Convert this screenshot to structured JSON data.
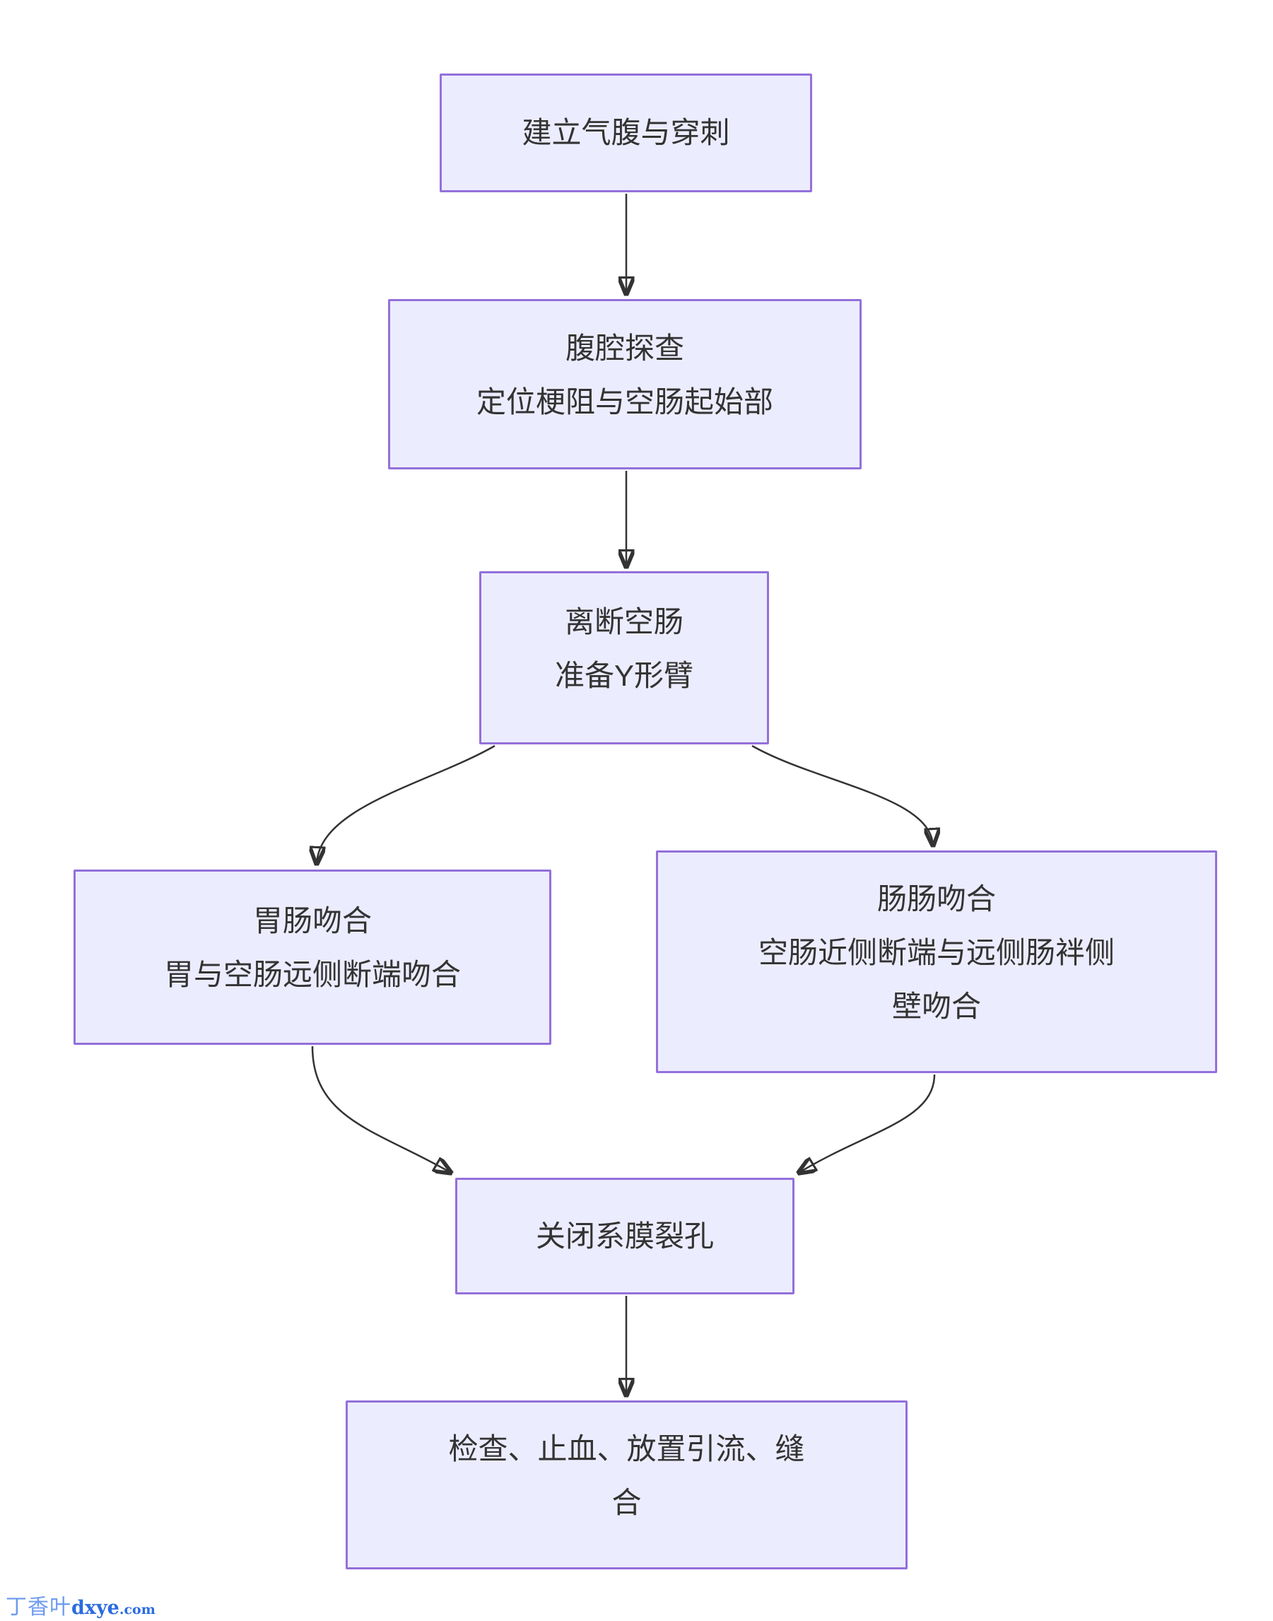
{
  "diagram": {
    "type": "flowchart",
    "direction": "top-down",
    "colors": {
      "node_fill": "#ECECFF",
      "node_border": "#9370DB",
      "node_text": "#333333",
      "arrow": "#333333",
      "background": "#FFFFFF"
    },
    "nodes": [
      {
        "id": "establish-pneumoperitoneum",
        "lines": [
          "建立气腹与穿刺"
        ]
      },
      {
        "id": "abdominal-exploration",
        "lines": [
          "腹腔探查",
          "定位梗阻与空肠起始部"
        ]
      },
      {
        "id": "transect-jejunum",
        "lines": [
          "离断空肠",
          "准备Y形臂"
        ]
      },
      {
        "id": "gastrojejunostomy",
        "lines": [
          "胃肠吻合",
          "胃与空肠远侧断端吻合"
        ]
      },
      {
        "id": "jejunojejunostomy",
        "lines": [
          "肠肠吻合",
          "空肠近侧断端与远侧肠袢侧",
          "壁吻合"
        ]
      },
      {
        "id": "close-mesenteric-defect",
        "lines": [
          "关闭系膜裂孔"
        ]
      },
      {
        "id": "final-steps",
        "lines": [
          "检查、止血、放置引流、缝",
          "合"
        ]
      }
    ],
    "edges": [
      {
        "from": "establish-pneumoperitoneum",
        "to": "abdominal-exploration"
      },
      {
        "from": "abdominal-exploration",
        "to": "transect-jejunum"
      },
      {
        "from": "transect-jejunum",
        "to": "gastrojejunostomy"
      },
      {
        "from": "transect-jejunum",
        "to": "jejunojejunostomy"
      },
      {
        "from": "gastrojejunostomy",
        "to": "close-mesenteric-defect"
      },
      {
        "from": "jejunojejunostomy",
        "to": "close-mesenteric-defect"
      },
      {
        "from": "close-mesenteric-defect",
        "to": "final-steps"
      }
    ]
  },
  "watermark": {
    "brand_cn": "丁香叶",
    "brand_en": "dxye",
    "brand_tld": ".com",
    "color_cn": "#6F9BEF",
    "color_en": "#2A6BE0"
  }
}
